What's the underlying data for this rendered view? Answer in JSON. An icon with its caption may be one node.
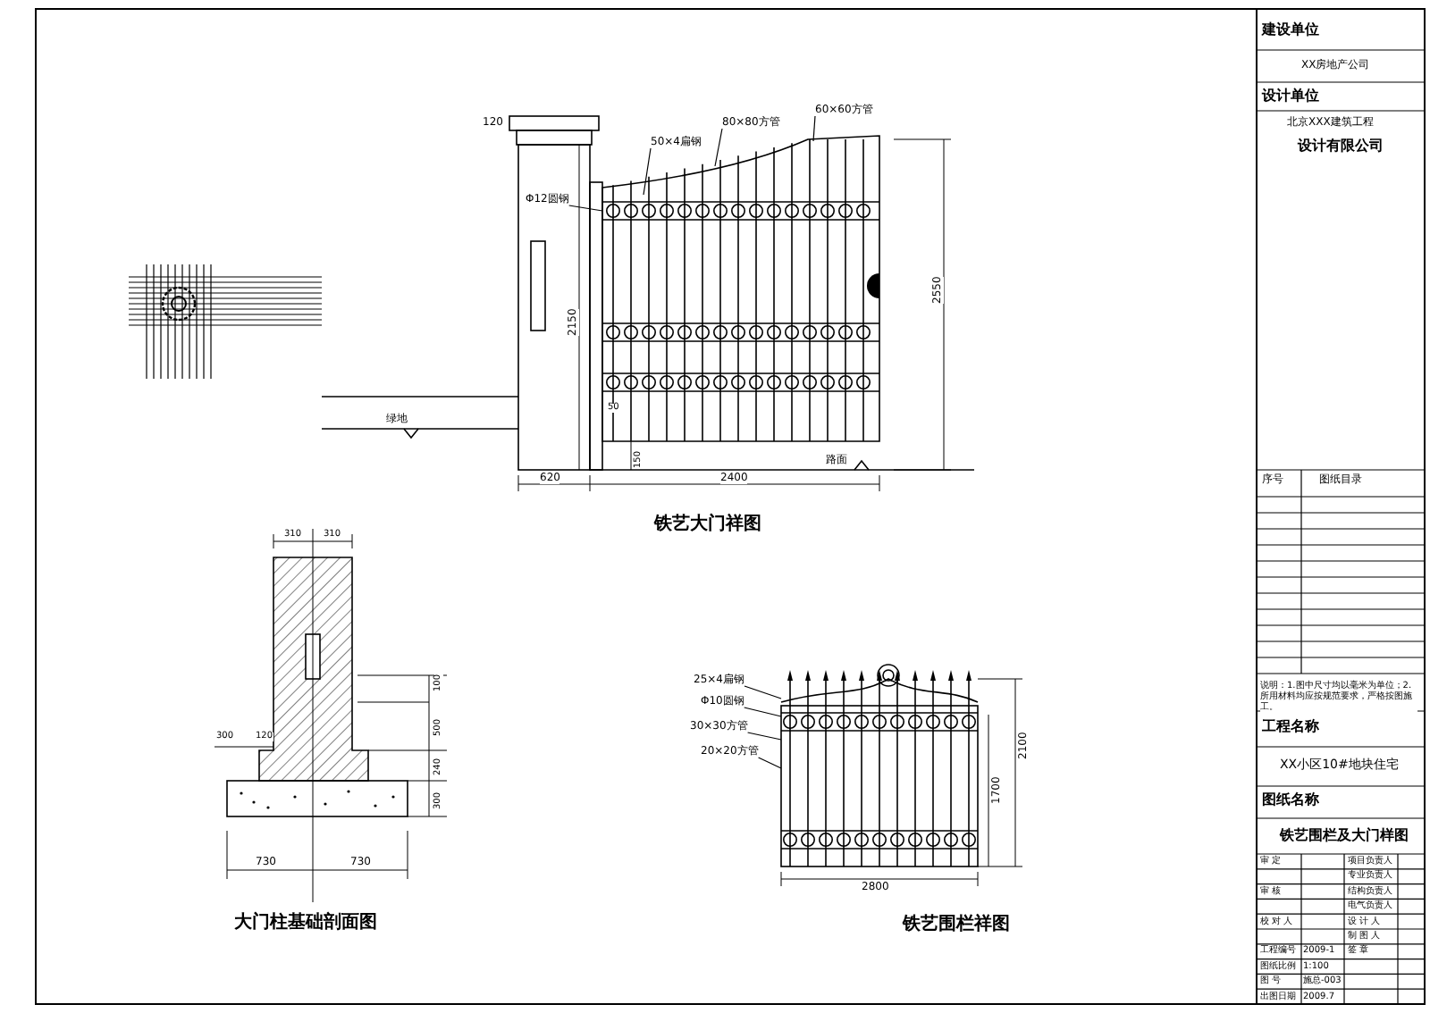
{
  "diagram": {
    "nodes": [
      {
        "text": [
          "Φ12圆钢"
        ]
      },
      {
        "text": [
          "50×4扁钢"
        ]
      },
      {
        "text": [
          "80×80方管"
        ]
      },
      {
        "text": [
          "60×60方管"
        ]
      },
      {
        "text": [
          "25×4扁钢"
        ]
      },
      {
        "text": [
          "Φ10圆钢"
        ]
      },
      {
        "text": [
          "30×30方管"
        ]
      },
      {
        "text": [
          "20×20方管"
        ]
      },
      {
        "text": [],
        "shape": "picture"
      },
      {
        "text": [],
        "shape": "picture"
      }
    ],
    "edges": [
      {
        "from": 0,
        "to": 8,
        "arrow": "none"
      },
      {
        "from": 1,
        "to": 8,
        "arrow": "none"
      },
      {
        "from": 2,
        "to": 8,
        "arrow": "none"
      },
      {
        "from": 3,
        "to": 8,
        "arrow": "none"
      },
      {
        "from": 4,
        "to": 9,
        "arrow": "none"
      },
      {
        "from": 5,
        "to": 9,
        "arrow": "none"
      },
      {
        "from": 6,
        "to": 9,
        "arrow": "none"
      },
      {
        "from": 7,
        "to": 9,
        "arrow": "none"
      }
    ],
    "labels": [
      "120",
      "2150",
      "2550",
      "50",
      "150",
      "绿地",
      "620",
      "2400",
      "路面",
      "铁艺大门祥图",
      "310",
      "310",
      "100",
      "500",
      "240",
      "300",
      "300",
      "120",
      "730",
      "730",
      "大门柱基础剖面图",
      "2800",
      "1700",
      "2100",
      "铁艺围栏祥图",
      "建设单位",
      "XX房地产公司",
      "设计单位",
      "北京XXX建筑工程",
      "设计有限公司",
      "序号",
      "图纸目录",
      "说明：1.图中尺寸均以毫米为单位；2.所用材料均应按规范要求，严格按图施工。",
      "工程名称",
      "XX小区10#地块住宅",
      "图纸名称",
      "铁艺围栏及大门样图",
      "审 定",
      "项目负责人",
      "专业负责人",
      "审 核",
      "结构负责人",
      "电气负责人",
      "校 对 人",
      "设 计 人",
      "制 图 人",
      "工程编号",
      "2009-1",
      "签 章",
      "图纸比例",
      "1:100",
      "图 号",
      "施总-003",
      "出图日期",
      "2009.7"
    ]
  }
}
